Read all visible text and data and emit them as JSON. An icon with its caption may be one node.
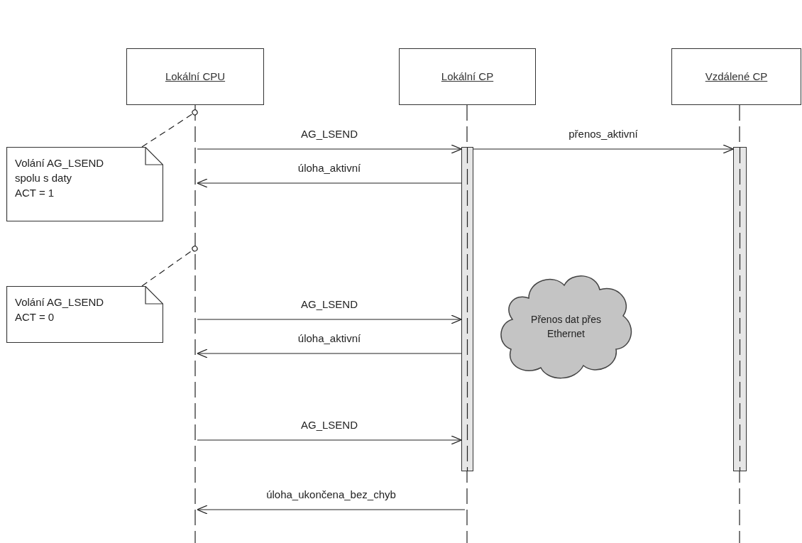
{
  "diagram": {
    "nodes": [
      {
        "text": [
          "Lokální CPU"
        ]
      },
      {
        "text": [
          "Lokální CP"
        ]
      },
      {
        "text": [
          "Vzdálené CP"
        ]
      },
      {
        "text": [],
        "shape": "line"
      },
      {
        "text": [],
        "shape": "line"
      },
      {
        "text": [],
        "shape": "line"
      },
      {
        "text": [],
        "shape": "bar"
      },
      {
        "text": [],
        "shape": "bar"
      },
      {
        "text": [
          "Volání AG_LSEND spolu s daty",
          "ACT = 1"
        ]
      },
      {
        "text": [
          "Volání AG_LSEND",
          "ACT = 0"
        ]
      },
      {
        "text": [
          "Přenos dat přes Ethernet"
        ]
      }
    ],
    "edges": [
      {
        "from": 3,
        "to": 6,
        "arrow": "to",
        "label": "AG_LSEND"
      },
      {
        "from": 6,
        "to": 7,
        "arrow": "to",
        "label": "přenos_aktivní"
      },
      {
        "from": 6,
        "to": 3,
        "arrow": "to",
        "label": "úloha_aktivní"
      },
      {
        "from": 3,
        "to": 6,
        "arrow": "to",
        "label": "AG_LSEND"
      },
      {
        "from": 6,
        "to": 3,
        "arrow": "to",
        "label": "úloha_aktivní"
      },
      {
        "from": 3,
        "to": 6,
        "arrow": "to",
        "label": "AG_LSEND"
      },
      {
        "from": 4,
        "to": 3,
        "arrow": "to",
        "label": "úloha_ukončena_bez_chyb"
      },
      {
        "from": 8,
        "to": 3,
        "arrow": "other",
        "style": "dashed"
      },
      {
        "from": 9,
        "to": 3,
        "arrow": "other",
        "style": "dashed"
      }
    ]
  }
}
